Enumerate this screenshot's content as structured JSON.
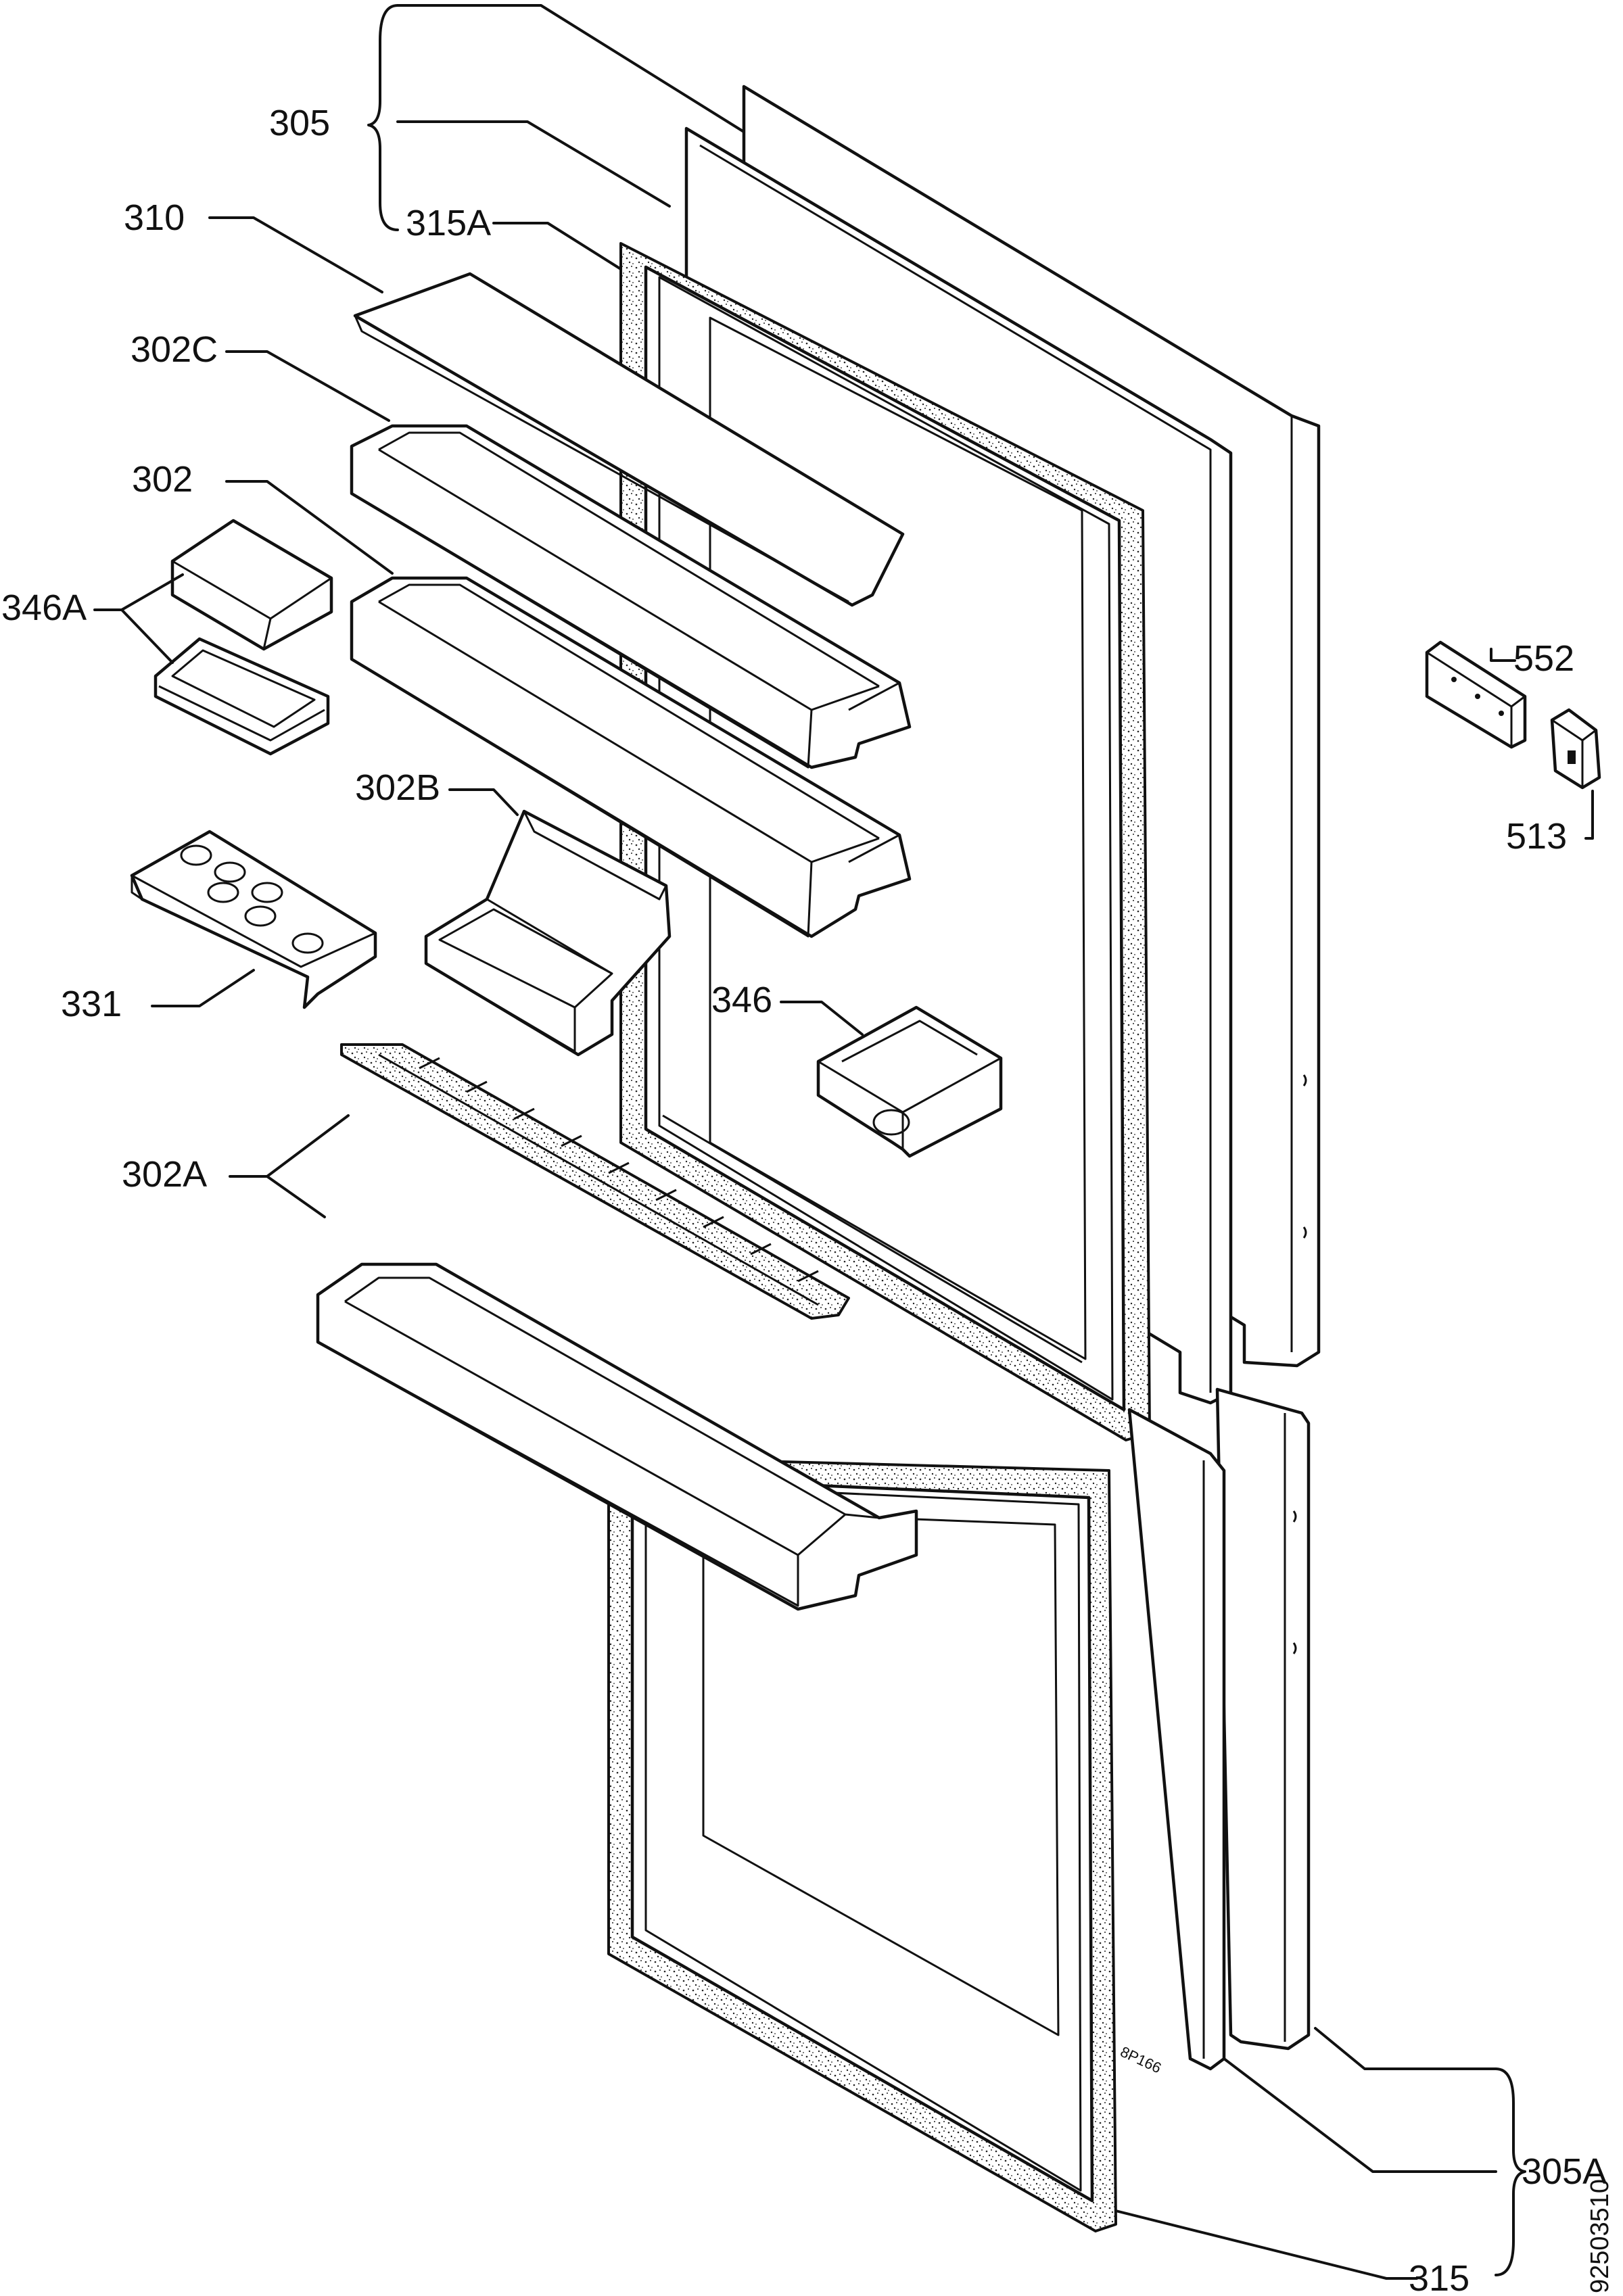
{
  "labels": {
    "p305": "305",
    "p310": "310",
    "p315A": "315A",
    "p302C": "302C",
    "p302": "302",
    "p346A": "346A",
    "p302B": "302B",
    "p331": "331",
    "p346": "346",
    "p302A": "302A",
    "p552": "552",
    "p513": "513",
    "p305A": "305A",
    "p315": "315"
  },
  "stamp": "8P166",
  "doc_number": "92503510"
}
